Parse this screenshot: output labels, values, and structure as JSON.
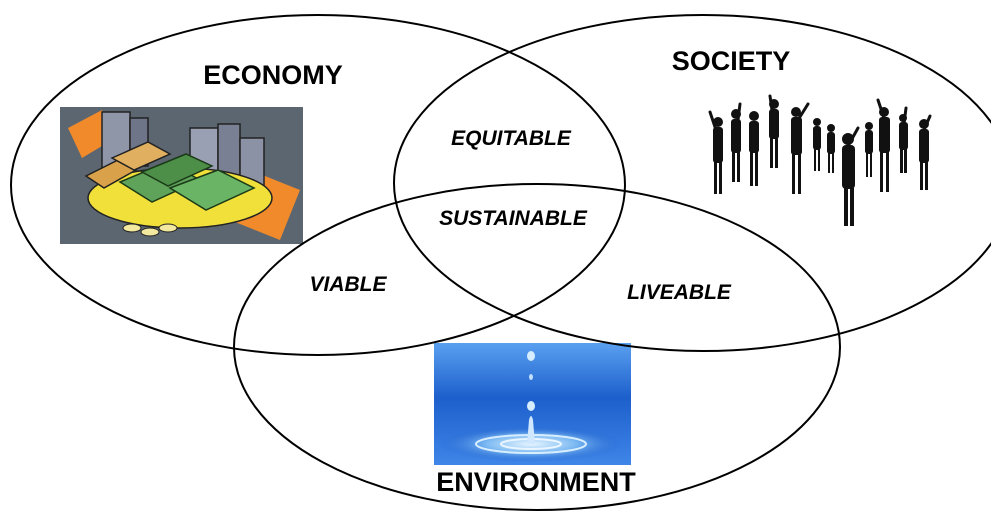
{
  "diagram": {
    "circles": {
      "economy": "ECONOMY",
      "society": "SOCIETY",
      "environment": "ENVIRONMENT"
    },
    "overlaps": {
      "economy_society": "EQUITABLE",
      "center": "SUSTAINABLE",
      "economy_environment": "VIABLE",
      "society_environment": "LIVEABLE"
    },
    "colors": {
      "outline": "#000000",
      "money_background": "#5b6670",
      "water_blue": "#1d67d6"
    },
    "icons": {
      "economy": "money-and-buildings-clipart",
      "society": "crowd-silhouette",
      "environment": "water-drop-photo"
    }
  }
}
